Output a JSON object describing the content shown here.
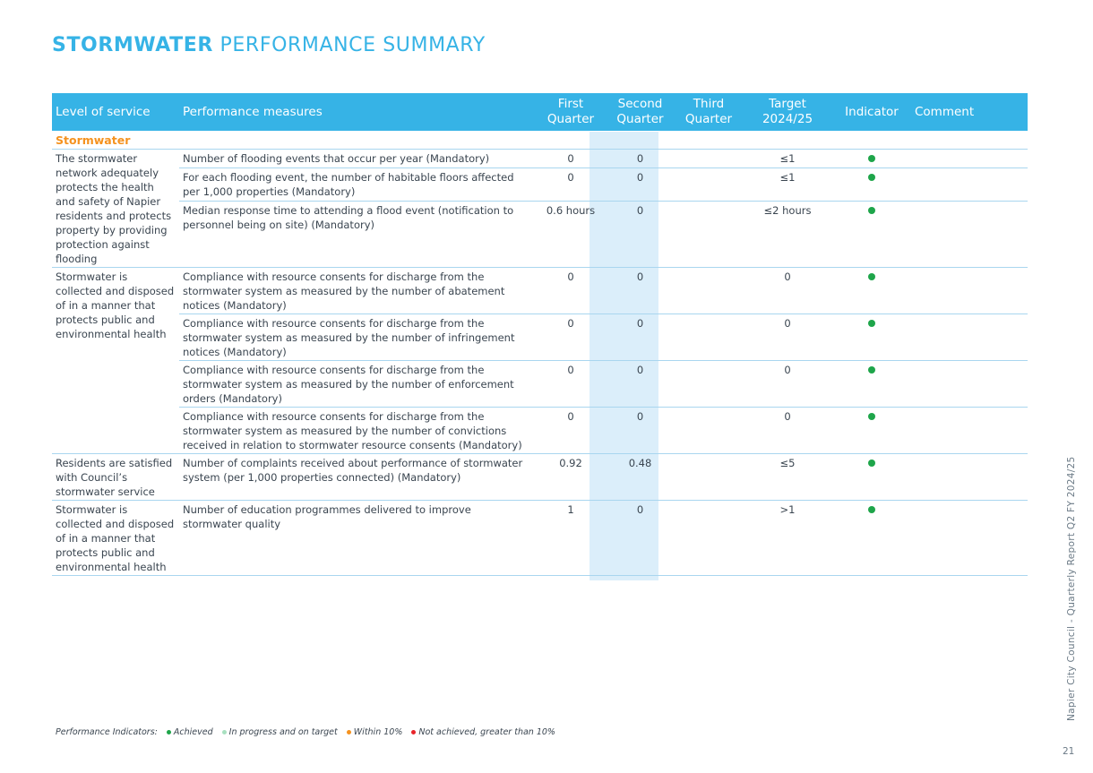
{
  "title": {
    "bold": "STORMWATER",
    "rest": " PERFORMANCE SUMMARY"
  },
  "header": {
    "level": "Level of service",
    "measures": "Performance measures",
    "q1": [
      "First",
      "Quarter"
    ],
    "q2": [
      "Second",
      "Quarter"
    ],
    "q3": [
      "Third",
      "Quarter"
    ],
    "target": [
      "Target",
      "2024/25"
    ],
    "indicator": "Indicator",
    "comment": "Comment"
  },
  "section": "Stormwater",
  "rows": [
    {
      "level": "The stormwater network adequately protects the health and safety of Napier residents and protects property by providing protection against flooding",
      "measure": "Number of flooding events that occur per year (Mandatory)",
      "q1": "0",
      "q2": "0",
      "q3": "",
      "target": "≤1",
      "indicator": "achieved"
    },
    {
      "level": "",
      "measure": "For each flooding event, the number of habitable floors affected per 1,000 properties (Mandatory)",
      "q1": "0",
      "q2": "0",
      "q3": "",
      "target": "≤1",
      "indicator": "achieved"
    },
    {
      "level": "",
      "measure": "Median response time to attending a flood event (notification to personnel being on site) (Mandatory)",
      "q1": "0.6 hours",
      "q2": "0",
      "q3": "",
      "target": "≤2 hours",
      "indicator": "achieved"
    },
    {
      "level": "Stormwater is collected and disposed of in a manner that protects public and environmental health",
      "measure": "Compliance with resource consents for discharge from the stormwater system as measured by the number of abatement notices (Mandatory)",
      "q1": "0",
      "q2": "0",
      "q3": "",
      "target": "0",
      "indicator": "achieved"
    },
    {
      "level": "",
      "measure": "Compliance with resource consents for discharge from the stormwater system as measured by the number of infringement notices (Mandatory)",
      "q1": "0",
      "q2": "0",
      "q3": "",
      "target": "0",
      "indicator": "achieved"
    },
    {
      "level": "",
      "measure": "Compliance with resource consents for discharge from the stormwater system as measured by the number of enforcement orders (Mandatory)",
      "q1": "0",
      "q2": "0",
      "q3": "",
      "target": "0",
      "indicator": "achieved"
    },
    {
      "level": "",
      "measure": "Compliance with resource consents for discharge from the stormwater system as measured by the number of convictions received in relation to stormwater resource consents (Mandatory)",
      "q1": "0",
      "q2": "0",
      "q3": "",
      "target": "0",
      "indicator": "achieved"
    },
    {
      "level": "Residents are satisfied with Council’s stormwater service",
      "measure": "Number of complaints received about performance of stormwater system (per 1,000 properties connected) (Mandatory)",
      "q1": "0.92",
      "q2": "0.48",
      "q3": "",
      "target": "≤5",
      "indicator": "achieved"
    },
    {
      "level": "Stormwater is collected and disposed of in a manner that protects public and environmental health",
      "measure": "Number of education programmes delivered to improve stormwater quality",
      "q1": "1",
      "q2": "0",
      "q3": "",
      "target": ">1",
      "indicator": "achieved"
    }
  ],
  "legend": {
    "label": "Performance Indicators:",
    "items": [
      {
        "label": "Achieved",
        "color": "#1ea54a"
      },
      {
        "label": "In progress and on target",
        "color": "#a8e0c0"
      },
      {
        "label": "Within 10%",
        "color": "#f5921f"
      },
      {
        "label": "Not achieved, greater than 10%",
        "color": "#e8232a"
      }
    ]
  },
  "footer": {
    "side_text": "Napier City Council - Quarterly Report Q2 FY 2024/25",
    "page": "21"
  },
  "colors": {
    "accent": "#36b3e6",
    "section": "#f5921f",
    "achieved": "#1ea54a"
  }
}
